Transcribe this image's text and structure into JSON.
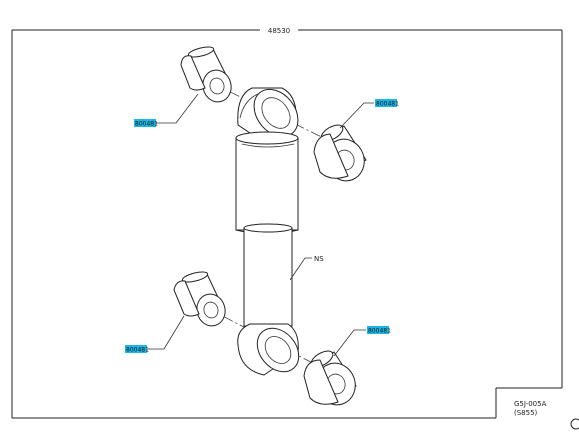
{
  "diagram": {
    "assembly_code": "48530",
    "part_label": "NS",
    "callout_code": "800481",
    "callout_highlight_color": "#1ab7e6",
    "ref_code_1": "G5J-005A",
    "ref_code_2": "(S855)"
  }
}
